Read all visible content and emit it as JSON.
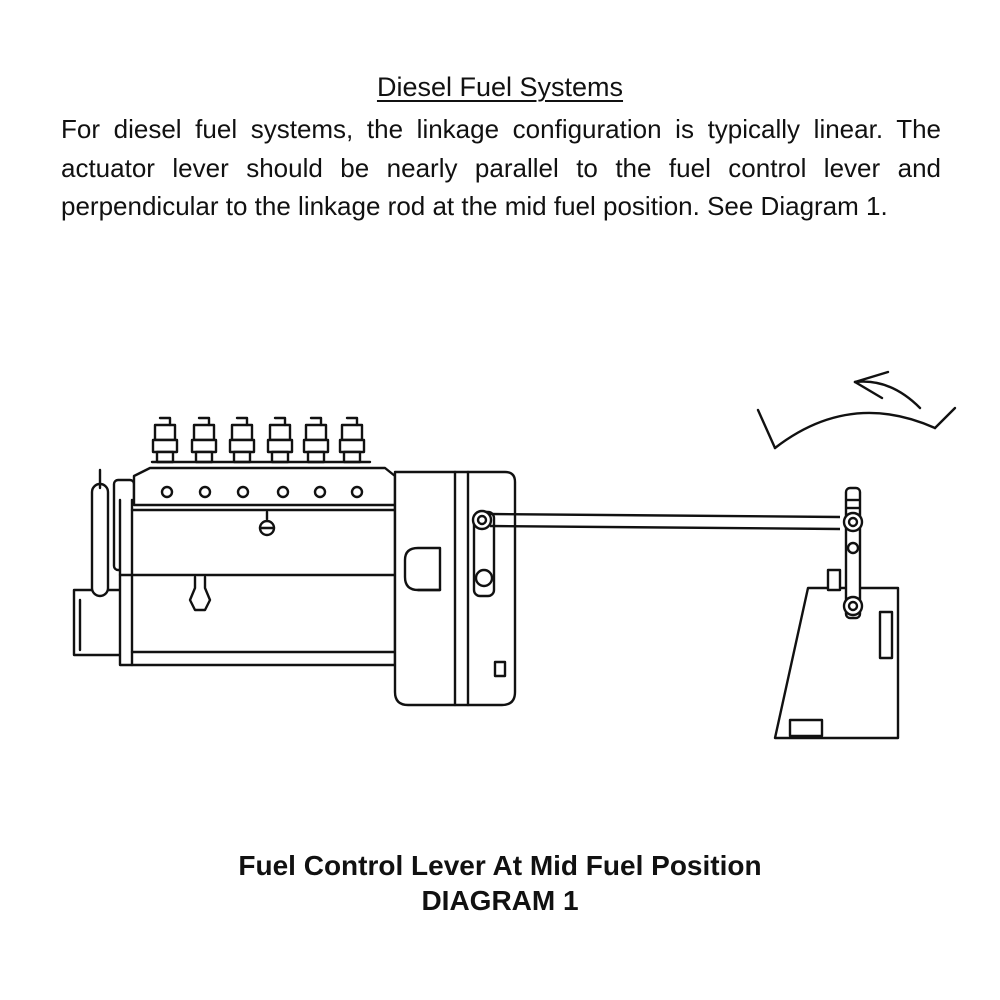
{
  "section": {
    "heading": "Diesel Fuel Systems",
    "paragraph": "For diesel fuel systems, the linkage configuration is typically linear. The actuator lever should be nearly parallel to the fuel control lever and perpendicular to the linkage rod at the mid fuel position. See Diagram 1."
  },
  "figure": {
    "caption": "Fuel Control Lever At Mid Fuel Position",
    "label": "DIAGRAM 1",
    "line_color": "#111111"
  }
}
